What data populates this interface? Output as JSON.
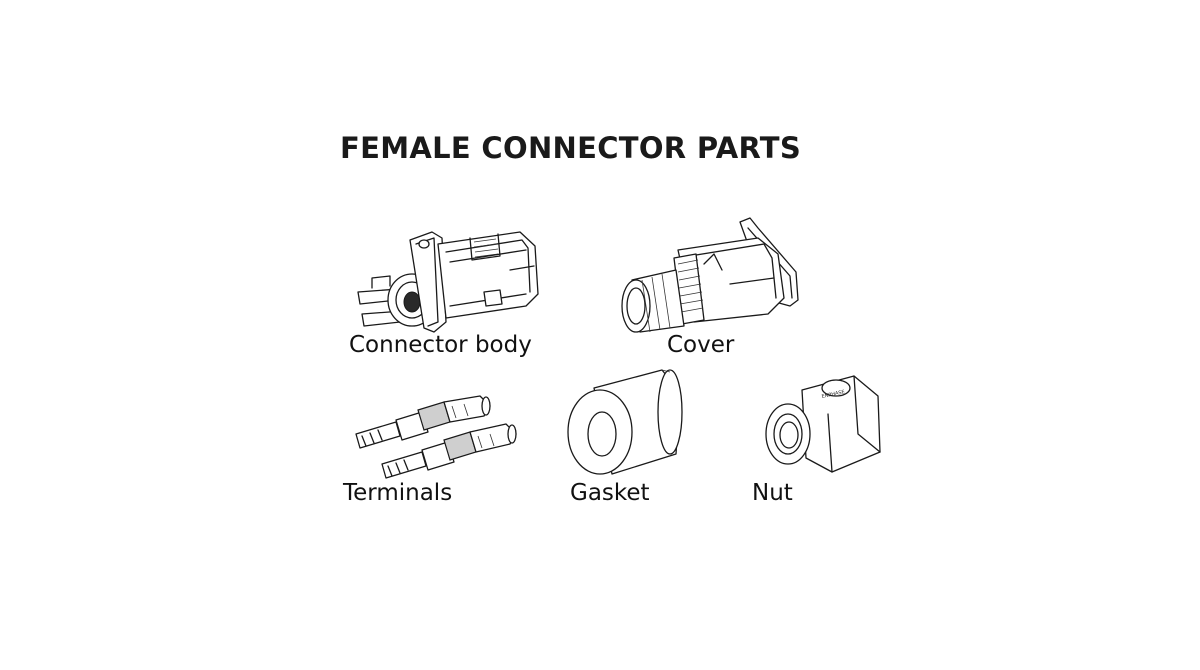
{
  "title": "FEMALE CONNECTOR PARTS",
  "parts": [
    {
      "label": "Connector body",
      "icon": "connector-body-drawing"
    },
    {
      "label": "Cover",
      "icon": "cover-drawing"
    },
    {
      "label": "Terminals",
      "icon": "terminals-drawing"
    },
    {
      "label": "Gasket",
      "icon": "gasket-drawing"
    },
    {
      "label": "Nut",
      "icon": "nut-drawing"
    }
  ],
  "nut_marking": "ENPHASE"
}
